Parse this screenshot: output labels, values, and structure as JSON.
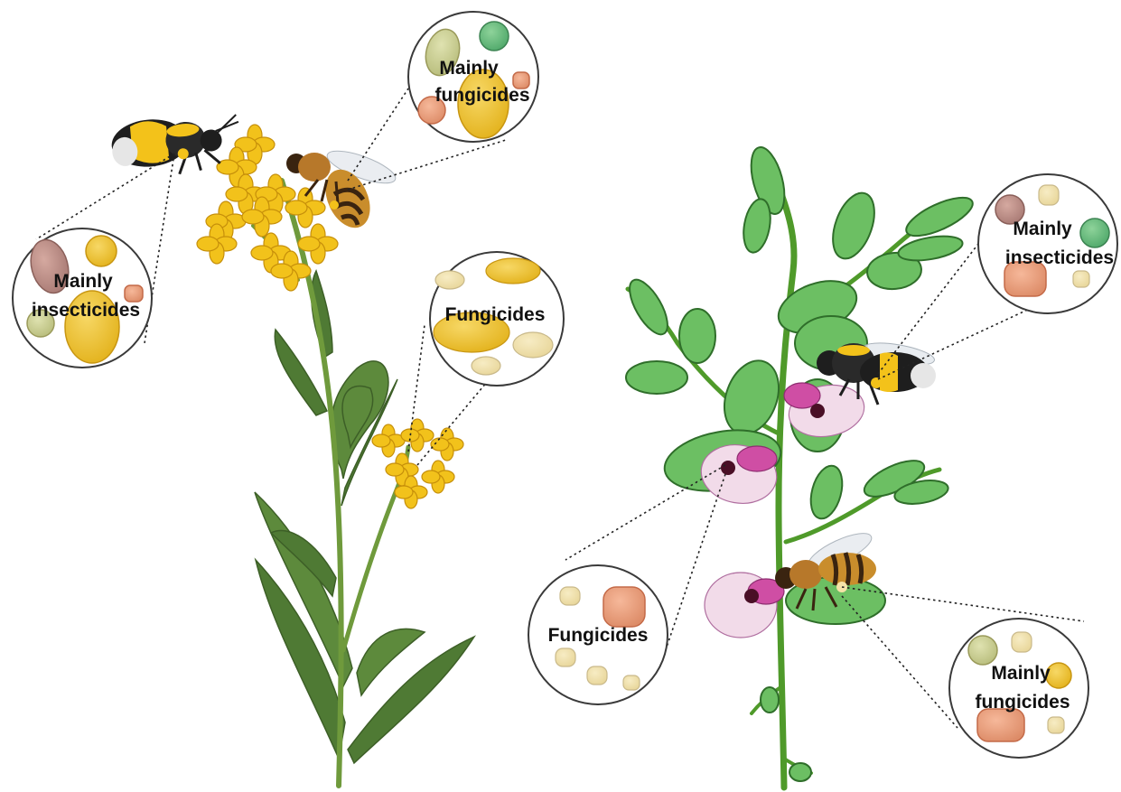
{
  "callouts": [
    {
      "id": "bumblebee-rapeseed",
      "lines": [
        "Mainly",
        "insecticides"
      ]
    },
    {
      "id": "honeybee-rapeseed",
      "lines": [
        "Mainly",
        "fungicides"
      ]
    },
    {
      "id": "rapeseed-flower",
      "lines": [
        "Fungicides"
      ]
    },
    {
      "id": "bumblebee-bean",
      "lines": [
        "Mainly",
        "insecticides"
      ]
    },
    {
      "id": "bean-flower",
      "lines": [
        "Fungicides"
      ]
    },
    {
      "id": "honeybee-bean",
      "lines": [
        "Mainly",
        "fungicides"
      ]
    }
  ],
  "colors": {
    "rapeseed_leaf": "#4f7a34",
    "rapeseed_stem": "#6f9a3c",
    "rapeseed_flower": "#f2c21b",
    "bean_leaf": "#6cbf63",
    "bean_stem": "#4f9a2a",
    "bean_flower": "#f2dbe9",
    "bean_flower_accent": "#cf4ea4"
  }
}
